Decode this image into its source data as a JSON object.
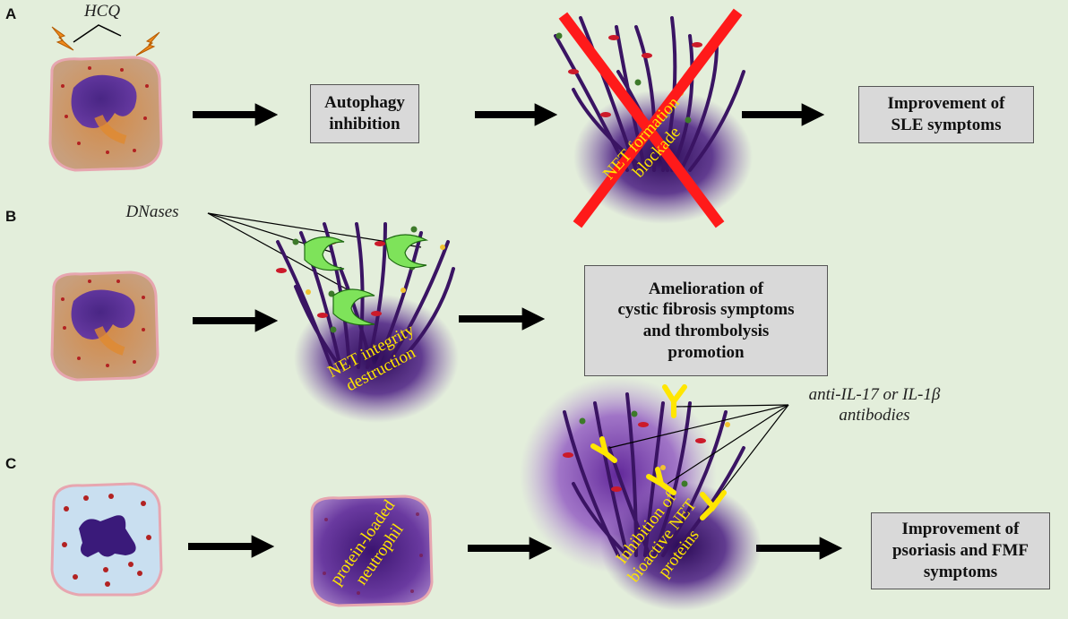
{
  "panels": {
    "a": {
      "letter": "A",
      "agent": "HCQ",
      "step_box": "Autophagy\ninhibition",
      "net_label": "NET formation\nblockade",
      "outcome": "Improvement of\nSLE symptoms"
    },
    "b": {
      "letter": "B",
      "agent": "DNases",
      "net_label": "NET integrity\ndestruction",
      "outcome": "Amelioration of\ncystic fibrosis symptoms\nand thrombolysis\npromotion"
    },
    "c": {
      "letter": "C",
      "agent": "anti-IL-17 or IL-1β\nantibodies",
      "cell_label": "protein-loaded\nneutrophil",
      "net_label": "Inhibition of\nbioactive NET\nproteins",
      "outcome": "Improvement of\npsoriasis and FMF\nsymptoms"
    }
  },
  "colors": {
    "background": "#e3eedb",
    "box_fill": "#d9d9d9",
    "net_purple": "#3a1463",
    "highlight_yellow": "#ffe600",
    "cross_red": "#ff1a1a",
    "dnase_green": "#7ee35a",
    "arrow": "#000000"
  }
}
